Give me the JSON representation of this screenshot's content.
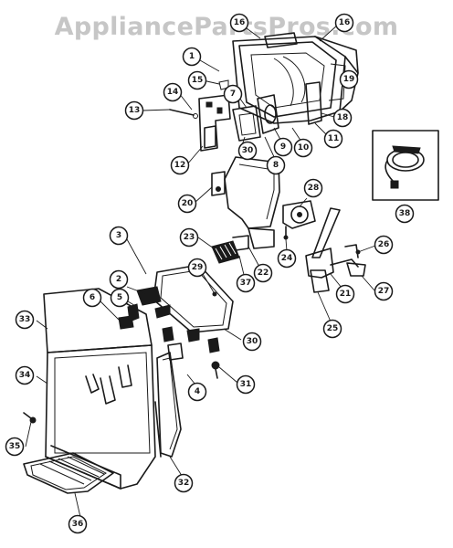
{
  "watermark": "AppliancePartsPros.com",
  "callouts": [
    {
      "id": "1",
      "label": "1"
    },
    {
      "id": "2",
      "label": "2"
    },
    {
      "id": "3",
      "label": "3"
    },
    {
      "id": "4",
      "label": "4"
    },
    {
      "id": "5",
      "label": "5"
    },
    {
      "id": "6",
      "label": "6"
    },
    {
      "id": "7",
      "label": "7"
    },
    {
      "id": "8",
      "label": "8"
    },
    {
      "id": "9",
      "label": "9"
    },
    {
      "id": "10",
      "label": "10"
    },
    {
      "id": "11",
      "label": "11"
    },
    {
      "id": "12",
      "label": "12"
    },
    {
      "id": "13",
      "label": "13"
    },
    {
      "id": "14",
      "label": "14"
    },
    {
      "id": "15",
      "label": "15"
    },
    {
      "id": "16",
      "label": "16"
    },
    {
      "id": "16b",
      "label": "16"
    },
    {
      "id": "18",
      "label": "18"
    },
    {
      "id": "19",
      "label": "19"
    },
    {
      "id": "20",
      "label": "20"
    },
    {
      "id": "21",
      "label": "21"
    },
    {
      "id": "22",
      "label": "22"
    },
    {
      "id": "23",
      "label": "23"
    },
    {
      "id": "24",
      "label": "24"
    },
    {
      "id": "25",
      "label": "25"
    },
    {
      "id": "26",
      "label": "26"
    },
    {
      "id": "27",
      "label": "27"
    },
    {
      "id": "28",
      "label": "28"
    },
    {
      "id": "29",
      "label": "29"
    },
    {
      "id": "30",
      "label": "30"
    },
    {
      "id": "30b",
      "label": "30"
    },
    {
      "id": "31",
      "label": "31"
    },
    {
      "id": "32",
      "label": "32"
    },
    {
      "id": "33",
      "label": "33"
    },
    {
      "id": "34",
      "label": "34"
    },
    {
      "id": "35",
      "label": "35"
    },
    {
      "id": "36",
      "label": "36"
    },
    {
      "id": "37",
      "label": "37"
    },
    {
      "id": "38",
      "label": "38"
    }
  ]
}
